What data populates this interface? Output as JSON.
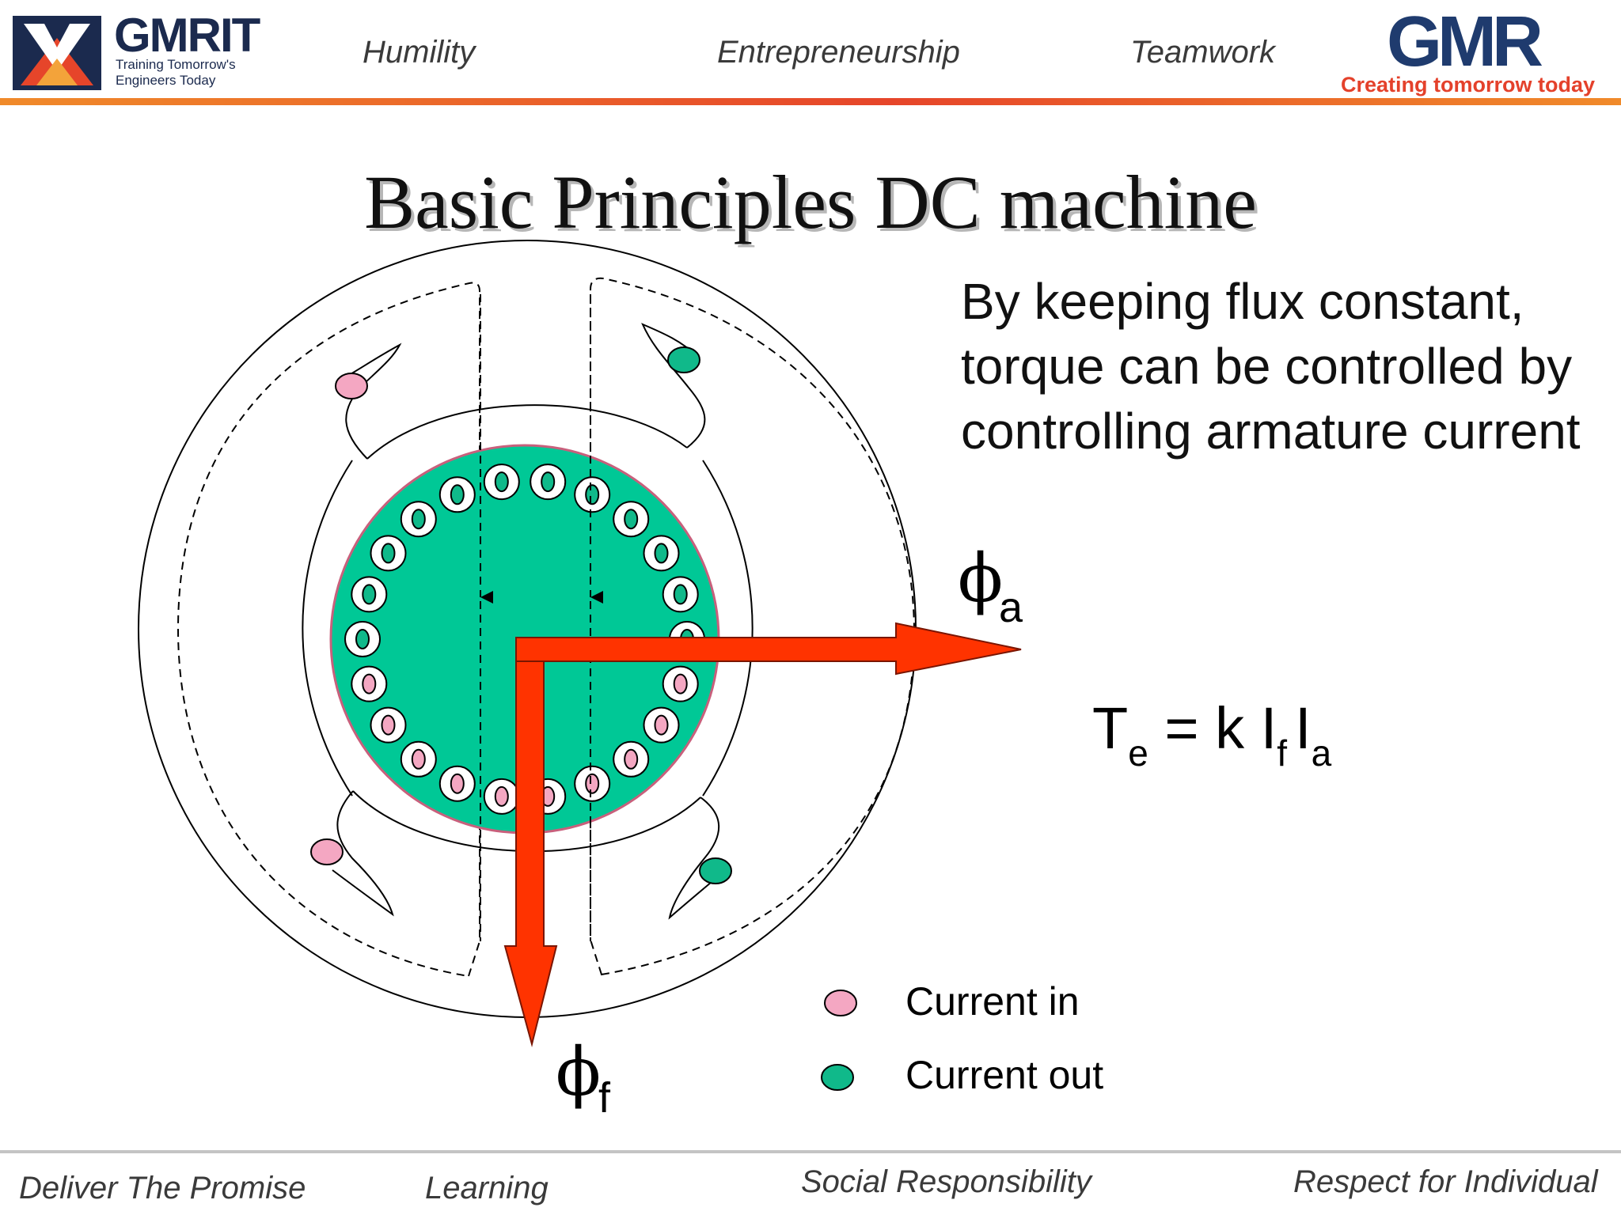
{
  "header": {
    "gmrit_name": "GMRIT",
    "gmrit_tagline_line1": "Training Tomorrow's",
    "gmrit_tagline_line2": "Engineers Today",
    "values": [
      "Humility",
      "Entrepreneurship",
      "Teamwork"
    ],
    "gmr_name": "GMR",
    "gmr_tagline": "Creating tomorrow today"
  },
  "slide": {
    "title": "Basic Principles DC machine",
    "statement": "By keeping flux constant, torque can be controlled by controlling armature current",
    "equation": {
      "T": "T",
      "T_sub": "e",
      "eq": " = k ",
      "I1": "I",
      "I1_sub": "f",
      "I2": "I",
      "I2_sub": "a"
    },
    "phi_symbol": "ϕ",
    "phi_a_sub": "a",
    "phi_f_sub": "f",
    "legend": {
      "current_in": "Current in",
      "current_out": "Current out"
    }
  },
  "footer": {
    "values": [
      "Deliver The Promise",
      "Learning",
      "Social Responsibility",
      "Respect for Individual"
    ]
  },
  "colors": {
    "rotor": "#00c896",
    "current_in": "#f4a7c2",
    "current_out": "#10b98a",
    "arrow": "#ff3300",
    "header_rule": "#e6452a"
  }
}
